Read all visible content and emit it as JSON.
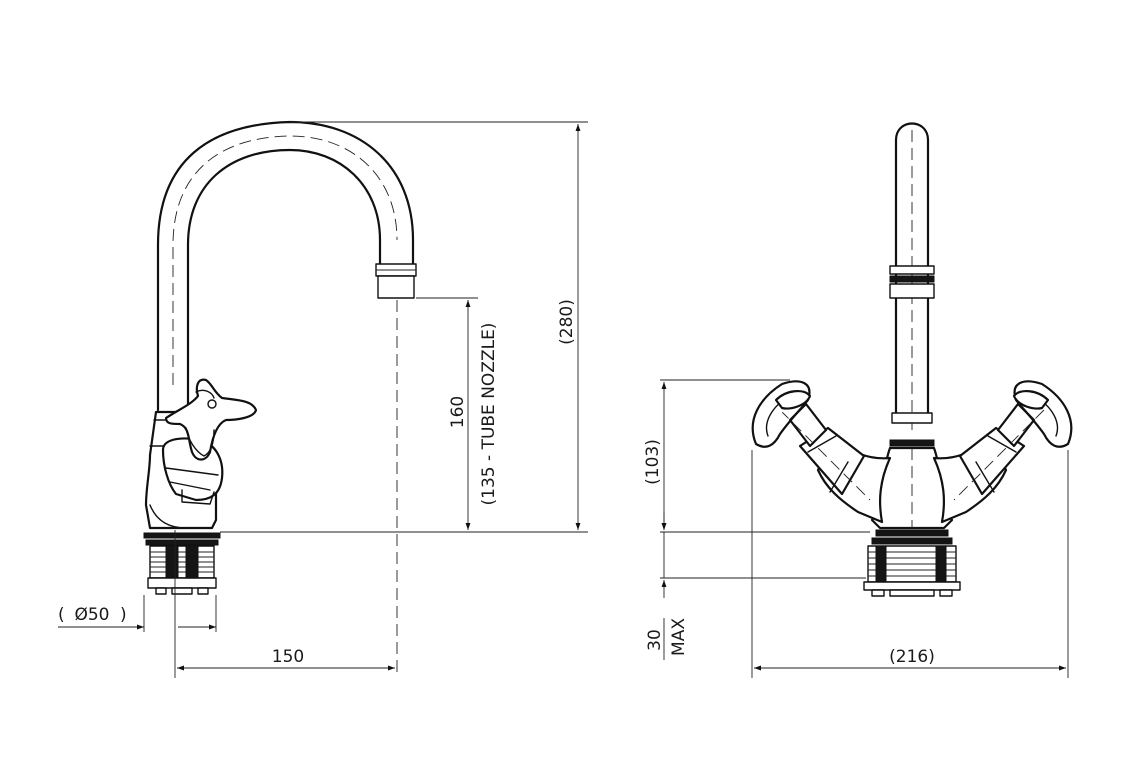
{
  "side_view": {
    "diameter_label": "Ø50",
    "reach_label": "150",
    "nozzle_height_label": "160",
    "tube_nozzle_note": "(135 - TUBE NOZZLE)",
    "overall_height_label": "(280)"
  },
  "front_view": {
    "handle_height_label": "(103)",
    "mount_thickness_value": "30",
    "mount_thickness_note": "MAX",
    "handle_span_label": "(216)"
  }
}
